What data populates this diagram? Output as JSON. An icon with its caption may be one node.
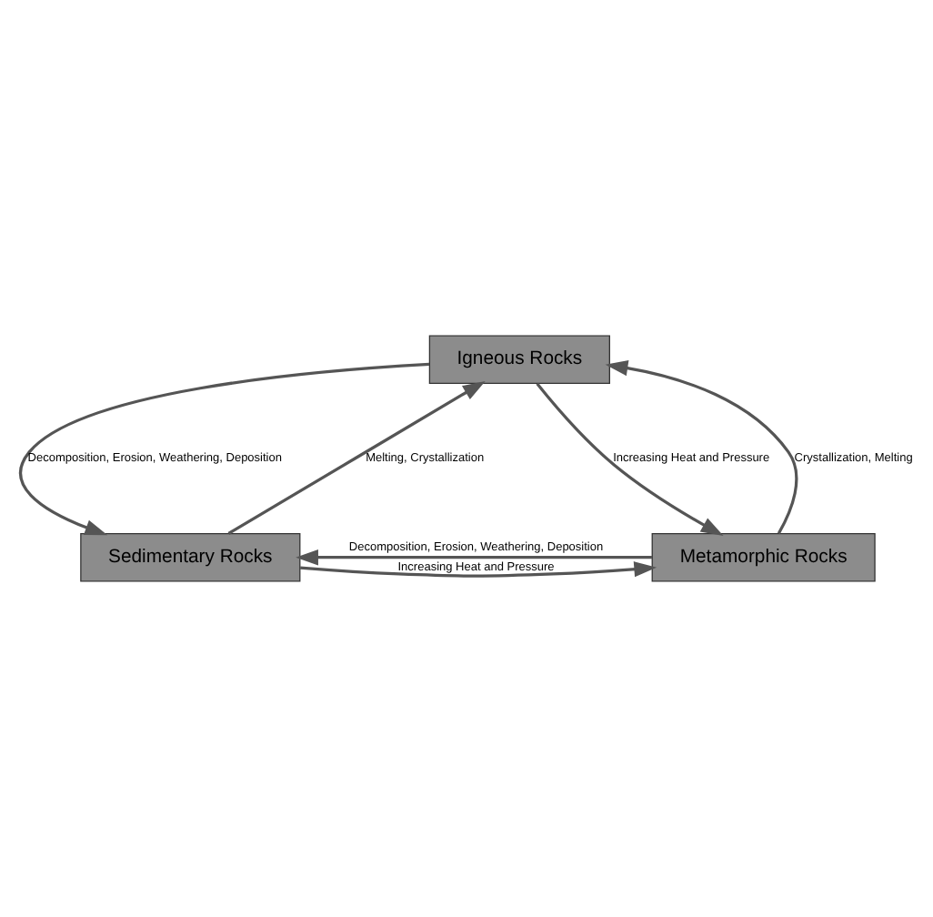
{
  "diagram": {
    "nodes": [
      {
        "text": [
          "Igneous Rocks"
        ]
      },
      {
        "text": [
          "Sedimentary Rocks"
        ]
      },
      {
        "text": [
          "Metamorphic Rocks"
        ]
      }
    ],
    "edges": [
      {
        "from": 0,
        "to": 1,
        "arrow": "to",
        "label": "Decomposition, Erosion, Weathering, Deposition"
      },
      {
        "from": 1,
        "to": 0,
        "arrow": "to",
        "label": "Melting, Crystallization"
      },
      {
        "from": 0,
        "to": 2,
        "arrow": "to",
        "label": "Increasing Heat and Pressure"
      },
      {
        "from": 2,
        "to": 0,
        "arrow": "to",
        "label": "Crystallization, Melting"
      },
      {
        "from": 2,
        "to": 1,
        "arrow": "to",
        "label": "Decomposition, Erosion, Weathering, Deposition"
      },
      {
        "from": 1,
        "to": 2,
        "arrow": "to",
        "label": "Increasing Heat and Pressure"
      }
    ]
  }
}
